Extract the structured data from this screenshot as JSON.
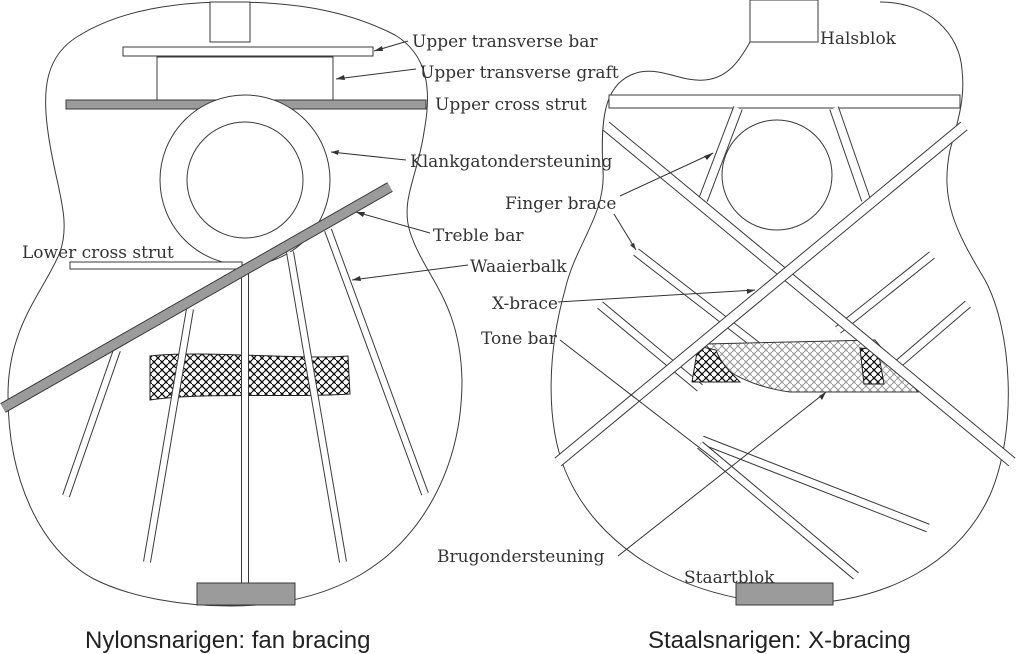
{
  "nylon": {
    "labels": {
      "upper_transverse_bar": "Upper transverse bar",
      "upper_transverse_graft": "Upper transverse graft",
      "upper_cross_strut": "Upper cross strut",
      "klankgatondersteuning": "Klankgatondersteuning",
      "treble_bar": "Treble bar",
      "lower_cross_strut": "Lower cross strut",
      "waaierbalk": "Waaierbalk"
    },
    "caption": "Nylonsnarigen: fan bracing"
  },
  "steel": {
    "labels": {
      "halsblok": "Halsblok",
      "finger_brace": "Finger brace",
      "x_brace": "X-brace",
      "tone_bar": "Tone bar",
      "brugondersteuning": "Brugondersteuning",
      "staartblok": "Staartblok"
    },
    "caption": "Staalsnarigen: X-bracing"
  },
  "colors": {
    "outline": "#3a3a3a",
    "strut_fill": "#9b9b9b",
    "text": "#333333"
  }
}
